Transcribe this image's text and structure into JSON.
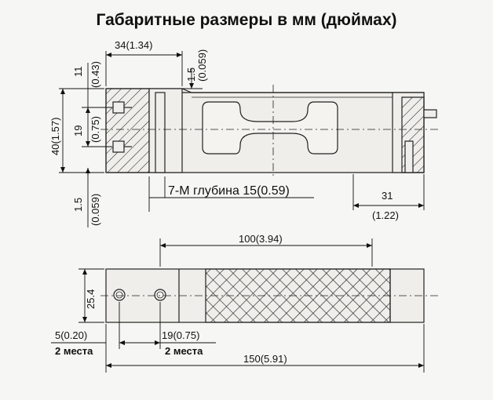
{
  "title": "Габаритные размеры в мм (дюймах)",
  "side_view": {
    "dim_top_width": "34(1.34)",
    "dim_top_step": "1.5",
    "dim_top_step_in": "(0.059)",
    "dim_left_11": "11",
    "dim_left_11_in": "(0.43)",
    "dim_left_height": "40(1.57)",
    "dim_left_19": "19",
    "dim_left_19_in": "(0.75)",
    "dim_left_bottom": "1.5",
    "dim_left_bottom_in": "(0.059)",
    "thread_note": "7-М глубина 15(0.59)",
    "dim_right_31": "31",
    "dim_right_31_in": "(1.22)"
  },
  "top_view": {
    "dim_100": "100(3.94)",
    "dim_width": "25.4",
    "dim_5": "5(0.20)",
    "label_2_places_a": "2 места",
    "dim_19": "19(0.75)",
    "label_2_places_b": "2 места",
    "dim_150": "150(5.91)"
  }
}
